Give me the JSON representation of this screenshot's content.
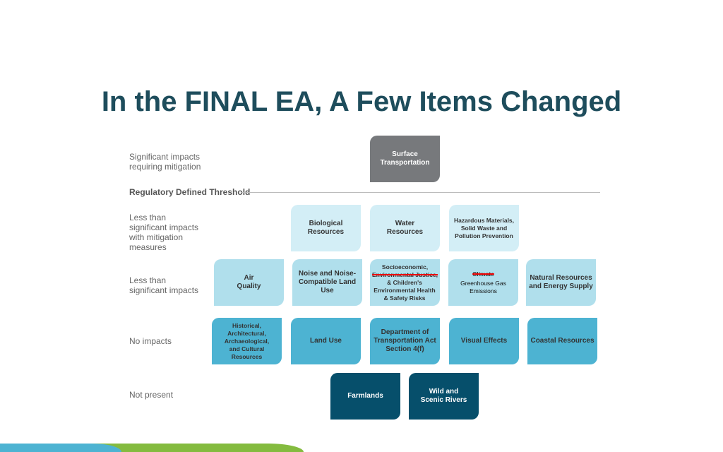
{
  "title": "In the FINAL EA, A Few Items Changed",
  "threshold": "Regulatory Defined Threshold",
  "levels": {
    "significant": "Significant impacts requiring mitigation",
    "less_mitigation": "Less than significant impacts with mitigation measures",
    "less": "Less than significant impacts",
    "none": "No impacts",
    "not_present": "Not present"
  },
  "boxes": {
    "surface": "Surface Transportation",
    "biological": "Biological Resources",
    "water": "Water Resources",
    "hazardous": "Hazardous Materials, Solid Waste and Pollution Prevention",
    "air": "Air Quality",
    "noise": "Noise and Noise- Compatible Land Use",
    "socio_a": "Socioeconomic,",
    "socio_struck": "Environmental Justice,",
    "socio_b": "& Children's Environmental Health & Safety Risks",
    "climate_struck": "Climate",
    "climate_new": "Greenhouse Gas Emissions",
    "natural": "Natural Resources and Energy Supply",
    "historical": "Historical, Architectural, Archaeological, and Cultural Resources",
    "land_use": "Land Use",
    "dot": "Department of Transportation Act Section 4(f)",
    "visual": "Visual Effects",
    "coastal": "Coastal Resources",
    "farmlands": "Farmlands",
    "wild": "Wild and Scenic Rivers"
  }
}
